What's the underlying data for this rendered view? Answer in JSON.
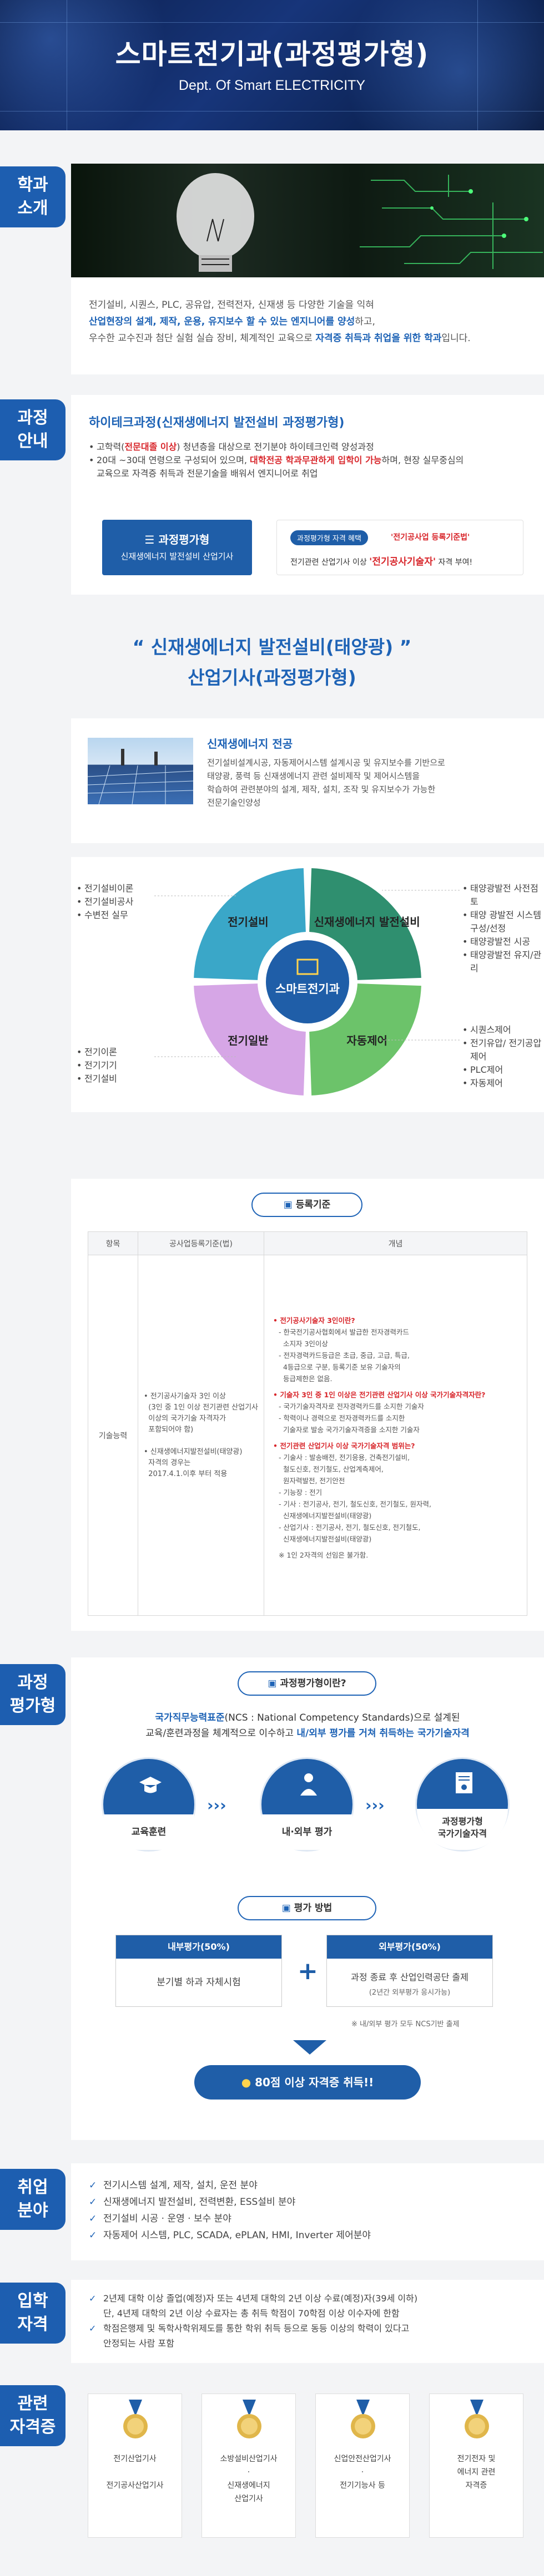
{
  "hero": {
    "title": "스마트전기과(과정평가형)",
    "subtitle": "Dept. Of Smart ELECTRICITY"
  },
  "intro": {
    "tab": [
      "학과",
      "소개"
    ],
    "lines": [
      [
        {
          "t": "전기설비, 시퀀스, PLC, 공유압, 전력전자, 신재생 등 다양한 기술을 익혀"
        }
      ],
      [
        {
          "t": "산업현장의 설계, 제작, 운용, 유지보수 할 수 있는 엔지니어를 양성",
          "c": "blue"
        },
        {
          "t": "하고,"
        }
      ],
      [
        {
          "t": "우수한 교수진과 첨단 실험 실습 장비, 체계적인 교육으로 "
        },
        {
          "t": "자격증 취득과 취업을 위한 학과",
          "c": "blue"
        },
        {
          "t": "입니다."
        }
      ]
    ]
  },
  "course": {
    "tab": [
      "과정",
      "안내"
    ],
    "title": "하이테크과정(신재생에너지 발전설비 과정평가형)",
    "items": [
      [
        {
          "t": "고학력("
        },
        {
          "t": "전문대졸 이상",
          "c": "red"
        },
        {
          "t": ") 청년층을 대상으로 전기분야 하이테크인력 양성과정"
        }
      ],
      [
        {
          "t": "20대 ~30대 연령으로 구성되어 있으며, "
        },
        {
          "t": "대학전공 학과무관하게 입학이 가능",
          "c": "red"
        },
        {
          "t": "하며, 현장 실무중심의"
        }
      ],
      [
        {
          "t": "교육으로 자격증 취득과 전문기술을 배워서 엔지니어로 취업"
        }
      ]
    ],
    "box_title": "☰ 과정평가형",
    "box_sub": "신재생에너지 발전설비 산업기사",
    "benefit_label": "과정평가형 자격 혜택",
    "benefit_red": "'전기공사업 등록기준법'",
    "benefit_line2a": "전기관련 산업기사 이상 ",
    "benefit_line2b": "'전기공사기술자'",
    "benefit_line2c": " 자격 부여!"
  },
  "major": {
    "heading1": "“ 신재생에너지 발전설비(태양광) ”",
    "heading2": "산업기사(과정평가형)",
    "sub_title": "신재생에너지 전공",
    "sub_text": [
      "전기설비설계시공, 자동제어시스템 설계시공 및 유지보수를 기반으로",
      "태양광, 풍력 등 신재생에너지 관련 설비제작 및 제어시스템을",
      "학습하여 관련분야의 설계, 제작, 설치, 조작 및 유지보수가 가능한",
      "전문기술인양성"
    ]
  },
  "wheel": {
    "center": "스마트전기과",
    "segments": [
      {
        "label": "전기설비",
        "color": "#3aa7c8"
      },
      {
        "label": "신재생에너지 발전설비",
        "color": "#2f8f6f"
      },
      {
        "label": "자동제어",
        "color": "#6cc36a"
      },
      {
        "label": "전기일반",
        "color": "#d6a6e6"
      }
    ],
    "left_top": [
      "전기설비이론",
      "전기설비공사",
      "수변전 실무"
    ],
    "left_bottom": [
      "전기이론",
      "전기기기",
      "전기설비"
    ],
    "right_top": [
      "태양광발전 사전점토",
      "태양 광발전 시스템 구성/선정",
      "태양광발전 시공",
      "태양광발전 유지/관리"
    ],
    "right_bottom": [
      "시퀀스제어",
      "전기유압/ 전기공압제어",
      "PLC제어",
      "자동제어"
    ]
  },
  "reg": {
    "title": "등록기준",
    "headers": [
      "항목",
      "공사업등록기준(법)",
      "개념"
    ],
    "row_label": "기술능력",
    "col2": [
      "전기공사기술자 3인 이상",
      "(3인 중 1인 이상 전기관련 산업기사",
      "이상의 국가기술 자격자가",
      "포함되어야 함)",
      "",
      "신재생에너지발전설비(태양광)",
      "자격의 경우는",
      "2017.4.1.이후 부터 적용"
    ],
    "concept": [
      {
        "q": "전기공사기술자 3인이란?",
        "a": [
          "- 한국전기공사협회에서 발급한 전자경력카드",
          "  소지자 3인이상",
          "- 전자경력카드등급은 초급, 중급, 고급, 특급,",
          "  4등급으로 구분, 등록기준 보유 기술자의",
          "  등급제한은 없음."
        ]
      },
      {
        "q": "기술자 3인 중 1인 이상은 전기관련 산업기사 이상 국가기술자격자란?",
        "a": [
          "- 국가기술자격자로 전자경력카드를 소지한 기술자",
          "- 학력이나 경력으로 전자경력카드를 소지한",
          "  기술자로 발송 국가기술자격증을 소지한 기술자"
        ]
      },
      {
        "q": "전기관련 산업기사 이상 국가기술자격 범위는?",
        "a": [
          "- 기술사 : 발송배전, 전기응용, 건축전기설비,",
          "  철도신호, 전기철도, 산업계측제어,",
          "  원자력발전, 전기안전",
          "- 기능장 : 전기",
          "- 기사 : 전기공사, 전기, 철도신호, 전기철도, 원자력,",
          "  신재생에너지발전설비(태양광)",
          "- 산업기사 : 전기공사, 전기, 철도신호, 전기철도,",
          "  신재생에너지발전설비(태양광)"
        ]
      }
    ],
    "note": "※ 1인 2자격의 선임은 불가함."
  },
  "eval": {
    "tab": [
      "과정",
      "평가형"
    ],
    "what_title": "과정평가형이란?",
    "desc1a": "국가직무능력표준",
    "desc1b": "(NCS : National Competency Standards)으로 설계된",
    "desc2a": "교육/훈련과정을 체계적으로 이수하고 ",
    "desc2b": "내/외부 평가를 거쳐 취득하는 국가기술자격",
    "steps": [
      "교육훈련",
      "내·외부 평가",
      "과정평가형\n국가기술자격"
    ],
    "method_title": "평가 방법",
    "internal_label": "내부평가(50%)",
    "internal_text": "분기별 하과 자체시험",
    "external_label": "외부평가(50%)",
    "external_text": "과정 종료 후 산업인력공단 출제",
    "external_sub": "(2년간 외부평가 응시가능)",
    "note": "※ 내/외부 평가 모두 NCS기반 출제",
    "result": "80점 이상 자격증 취득!!"
  },
  "jobs": {
    "tab": [
      "취업",
      "분야"
    ],
    "items": [
      "전기시스템 설계, 제작, 설치, 운전 분야",
      "신재생에너지 발전설비, 전력변환, ESS설비 분야",
      "전기설비 시공 · 운영 · 보수 분야",
      "자동제어 시스템, PLC, SCADA, ePLAN, HMI, Inverter 제어분야"
    ]
  },
  "admission": {
    "tab": [
      "입학",
      "자격"
    ],
    "items": [
      [
        "2년제 대학 이상 졸업(예정)자 또는 4년제 대학의 2년 이상 수료(예정)자(39세 이하)",
        "단, 4년제 대학의 2년 이상 수료자는 총 취득 학점이 70학점 이상 이수자에 한함"
      ],
      [
        "학점은행제 및 독학사학위제도를 통한 학위 취득 등으로 동등 이상의 학력이 있다고",
        "안정되는 사람 포함"
      ]
    ]
  },
  "certs": {
    "tab": [
      "관련",
      "자격증"
    ],
    "cards": [
      [
        "전기산업기사",
        "",
        "전기공사산업기사"
      ],
      [
        "소방설비산업기사",
        "·",
        "신재생에너지",
        "산업기사"
      ],
      [
        "신업안전산업기사",
        "·",
        "전기기능사 등"
      ],
      [
        "전기전자 및",
        "에너지 관련",
        "자격증"
      ]
    ]
  },
  "colors": {
    "primary": "#1d5eb0",
    "accent_red": "#d8262b",
    "navy": "#0b1e4a"
  }
}
